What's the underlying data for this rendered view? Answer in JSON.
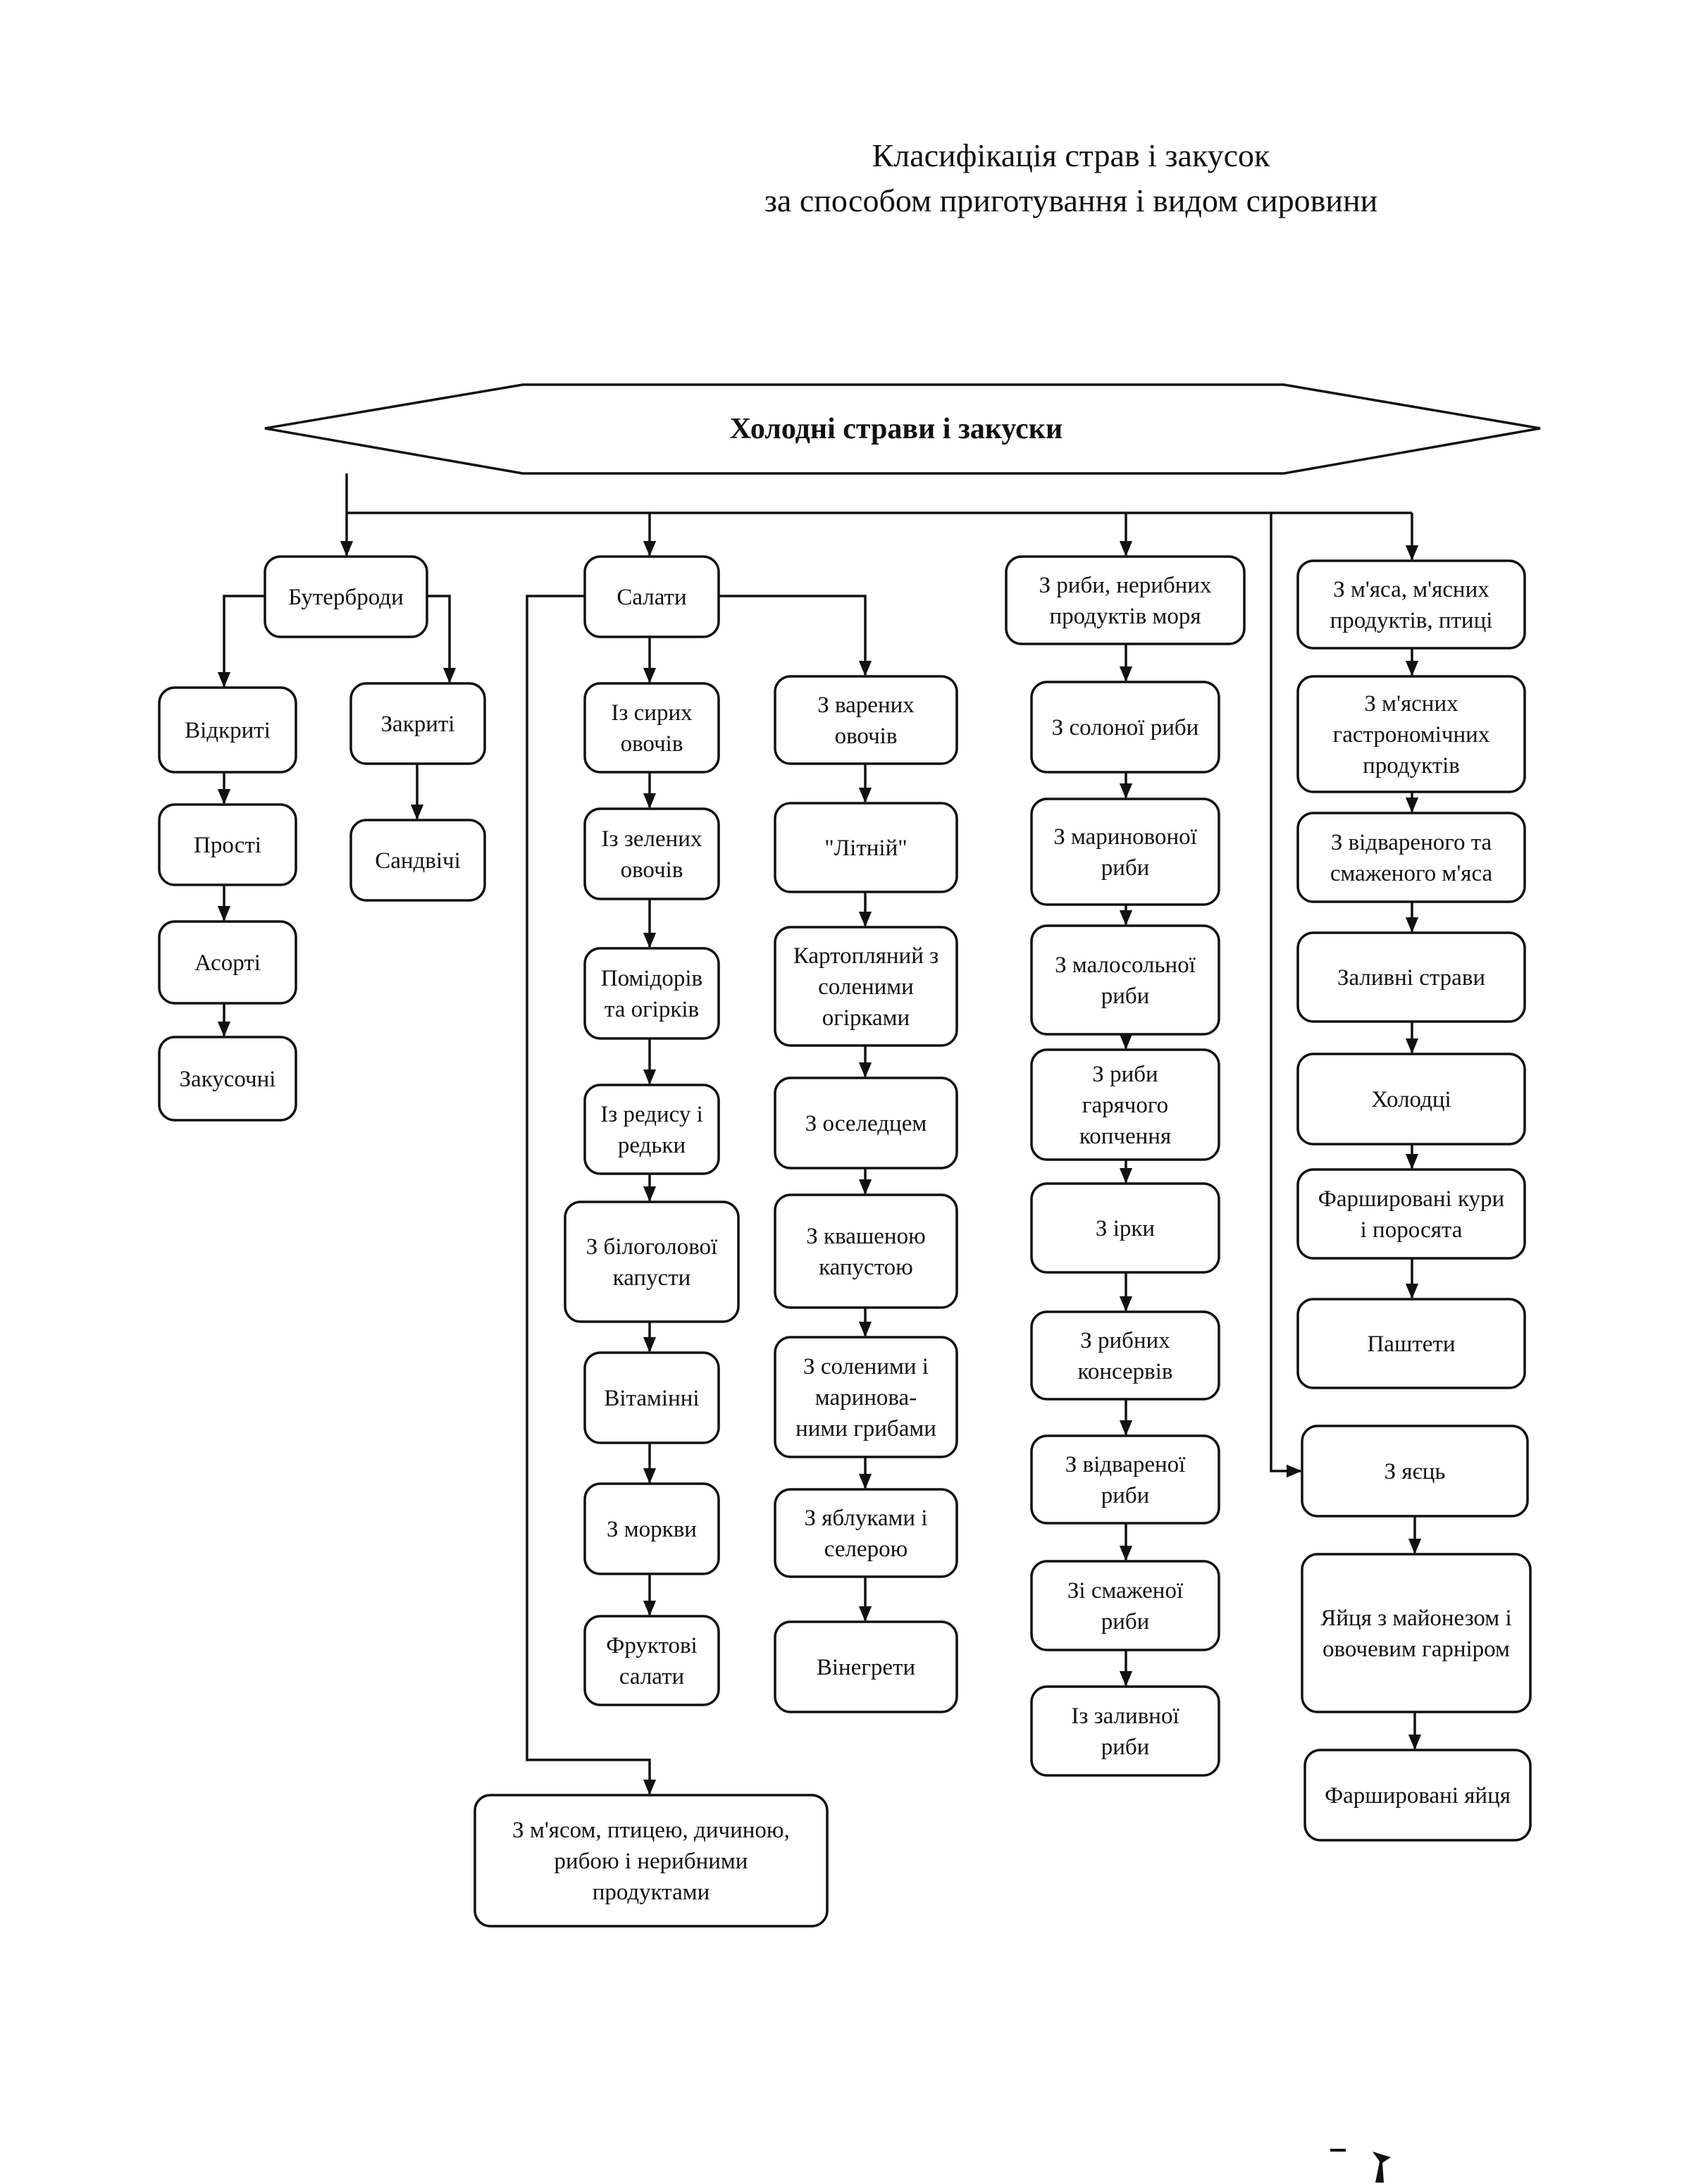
{
  "title": {
    "line1": "Класифікація страв і закусок",
    "line2": "за способом приготування і видом сировини"
  },
  "root": "Холодні страви і закуски",
  "nodes": {
    "buterbrody": [
      "Бутерброди"
    ],
    "vidkryti": [
      "Відкриті"
    ],
    "prosti": [
      "Прості"
    ],
    "asorti": [
      "Асорті"
    ],
    "zakusochni": [
      "Закусочні"
    ],
    "zakryti": [
      "Закриті"
    ],
    "sandvichi": [
      "Сандвічі"
    ],
    "salaty": [
      "Салати"
    ],
    "syri": [
      "Із сирих",
      "овочів"
    ],
    "zeleni": [
      "Із зелених",
      "овочів"
    ],
    "pomidory": [
      "Помідорів",
      "та огірків"
    ],
    "redys": [
      "Із редису і",
      "редьки"
    ],
    "kapusta": [
      "З білоголової",
      "капусти"
    ],
    "vitaminni": [
      "Вітамінні"
    ],
    "morkva": [
      "З моркви"
    ],
    "fruktovi": [
      "Фруктові",
      "салати"
    ],
    "vareni": [
      "З варених",
      "овочів"
    ],
    "litniy": [
      "\"Літній\""
    ],
    "kartoplyaniy": [
      "Картопляний з",
      "соленими",
      "огірками"
    ],
    "oseledets": [
      "З оселедцем"
    ],
    "kvashena": [
      "З квашеною",
      "капустою"
    ],
    "hryby": [
      "З соленими і",
      "маринова-",
      "ними грибами"
    ],
    "yabluka": [
      "З яблуками і",
      "селерою"
    ],
    "vinehrety": [
      "Вінегрети"
    ],
    "myaso_salat": [
      "З м'ясом, птицею, дичиною,",
      "рибою і нерибними",
      "продуктами"
    ],
    "ryba": [
      "З риби, нерибних",
      "продуктів моря"
    ],
    "solona": [
      "З солоної риби"
    ],
    "marynovana": [
      "З мариновоної",
      "риби"
    ],
    "malosolna": [
      "З малосольної",
      "риби"
    ],
    "kopchena": [
      "З риби",
      "гарячого",
      "копчення"
    ],
    "ikra": [
      "З ірки"
    ],
    "konservy": [
      "З рибних",
      "консервів"
    ],
    "vidvarena_ryba": [
      "З відвареної",
      "риби"
    ],
    "smazhena_ryba": [
      "Зі смаженої",
      "риби"
    ],
    "zalyvna_ryba": [
      "Із заливної",
      "риби"
    ],
    "myaso": [
      "З м'яса, м'ясних",
      "продуктів, птиці"
    ],
    "gastronom": [
      "З м'ясних",
      "гастрономічних",
      "продуктів"
    ],
    "vidvarene_myaso": [
      "З відвареного та",
      "смаженого м'яса"
    ],
    "zalyvni": [
      "Заливні страви"
    ],
    "kholodtsi": [
      "Холодці"
    ],
    "farshyrovani_kury": [
      "Фаршировані кури",
      "і поросята"
    ],
    "pashtety": [
      "Паштети"
    ],
    "yaytsya": [
      "З яєць"
    ],
    "yaytsya_mayonez": [
      "Яйця з майонезом і",
      "овочевим гарніром"
    ],
    "farshyrovani_yaytsya": [
      "Фаршировані яйця"
    ]
  }
}
